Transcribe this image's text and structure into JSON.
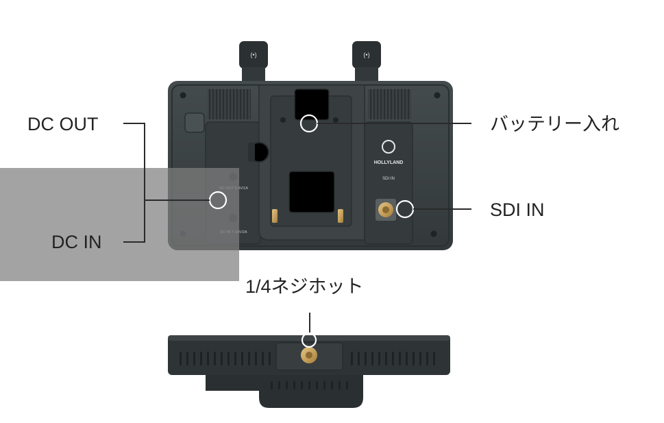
{
  "callouts": {
    "dc_out": "DC OUT",
    "dc_in": "DC IN",
    "battery": "バッテリー入れ",
    "sdi_in": "SDI IN",
    "screw": "1/4ネジホット"
  },
  "device": {
    "brand": "HOLLYLAND",
    "sdi_port_label": "SDI IN",
    "dc_out_spec": "DC OUT 8.4V/1A",
    "dc_in_spec": "DC IN 7-16V/2A"
  },
  "colors": {
    "body": "#3b4143",
    "body_dark": "#2a2f31",
    "brass": "#c9a35c",
    "overlay": "#808080"
  }
}
